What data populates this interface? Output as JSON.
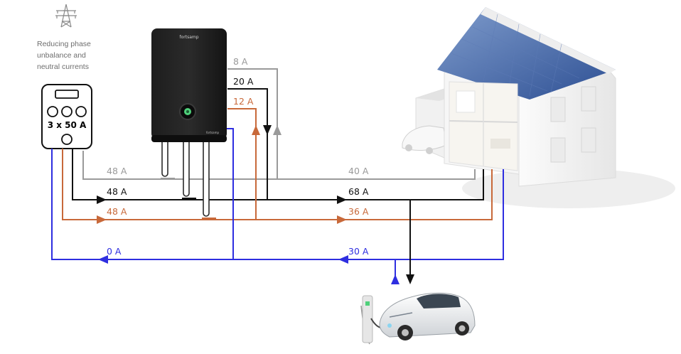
{
  "caption": {
    "text": "Reducing phase\nunbalance and\nneutral currents",
    "icon": "pylon-icon"
  },
  "meter": {
    "rating": "3 x 50 A"
  },
  "device": {
    "brand": "fortsamp",
    "sub_brand": "fortsamp"
  },
  "colors": {
    "grey": "#9a9a9a",
    "black": "#111111",
    "orange": "#c8693a",
    "blue": "#2e2ee0"
  },
  "labels": {
    "inv_grey": "8 A",
    "inv_black": "20 A",
    "inv_orange": "12 A",
    "grid_grey": "48 A",
    "grid_black": "48 A",
    "grid_orange": "48 A",
    "grid_neutral": "0 A",
    "house_grey": "40 A",
    "house_black": "68 A",
    "house_orange": "36 A",
    "house_neutral": "30 A"
  }
}
